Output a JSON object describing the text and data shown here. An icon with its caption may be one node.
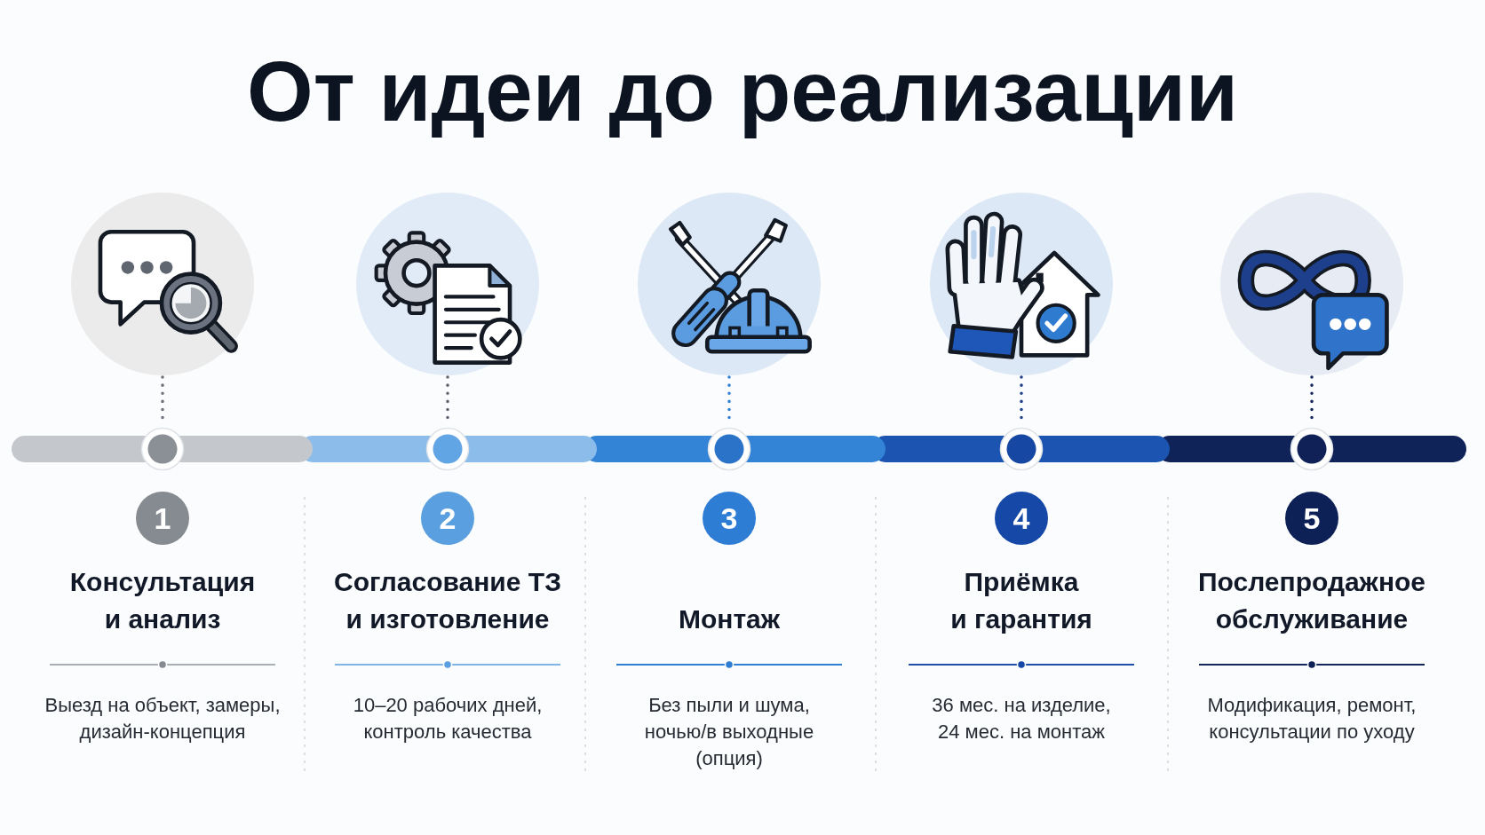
{
  "diagram": {
    "title": "От идеи до реализации",
    "nodes": [
      {
        "text": [],
        "shape": "picture"
      },
      {
        "text": [],
        "shape": "circle"
      },
      {
        "text": [
          "1"
        ],
        "beside": [
          "Консультация и анализ",
          "Выезд на объект, замеры, дизайн-концепция"
        ]
      },
      {
        "text": [],
        "shape": "picture"
      },
      {
        "text": [],
        "shape": "circle"
      },
      {
        "text": [
          "2"
        ],
        "beside": [
          "Согласование ТЗ и изготовление",
          "10–20 рабочих дней, контроль качества"
        ]
      },
      {
        "text": [],
        "shape": "picture"
      },
      {
        "text": [],
        "shape": "circle"
      },
      {
        "text": [
          "3"
        ],
        "beside": [
          "Монтаж",
          "Без пыли и шума, ночью/в выходные (опция)"
        ]
      },
      {
        "text": [],
        "shape": "picture"
      },
      {
        "text": [],
        "shape": "circle"
      },
      {
        "text": [
          "4"
        ],
        "beside": [
          "Приёмка и гарантия",
          "36 мес. на изделие, 24 мес. на монтаж"
        ]
      },
      {
        "text": [],
        "shape": "picture"
      },
      {
        "text": [],
        "shape": "circle"
      },
      {
        "text": [
          "5"
        ],
        "beside": [
          "Послепродажное обслуживание",
          "Модификация, ремонт, консультации по уходу"
        ]
      }
    ],
    "edges": [
      {
        "from": 0,
        "to": 1,
        "arrow": "none",
        "style": "dashed",
        "color": "#6b7079"
      },
      {
        "from": 3,
        "to": 4,
        "arrow": "none",
        "style": "dashed",
        "color": "#5d6570"
      },
      {
        "from": 6,
        "to": 7,
        "arrow": "none",
        "style": "dashed",
        "color": "#2f7fd4"
      },
      {
        "from": 9,
        "to": 10,
        "arrow": "none",
        "style": "dashed",
        "color": "#1d3f8a"
      },
      {
        "from": 12,
        "to": 13,
        "arrow": "none",
        "style": "dashed",
        "color": "#13275e"
      }
    ]
  }
}
